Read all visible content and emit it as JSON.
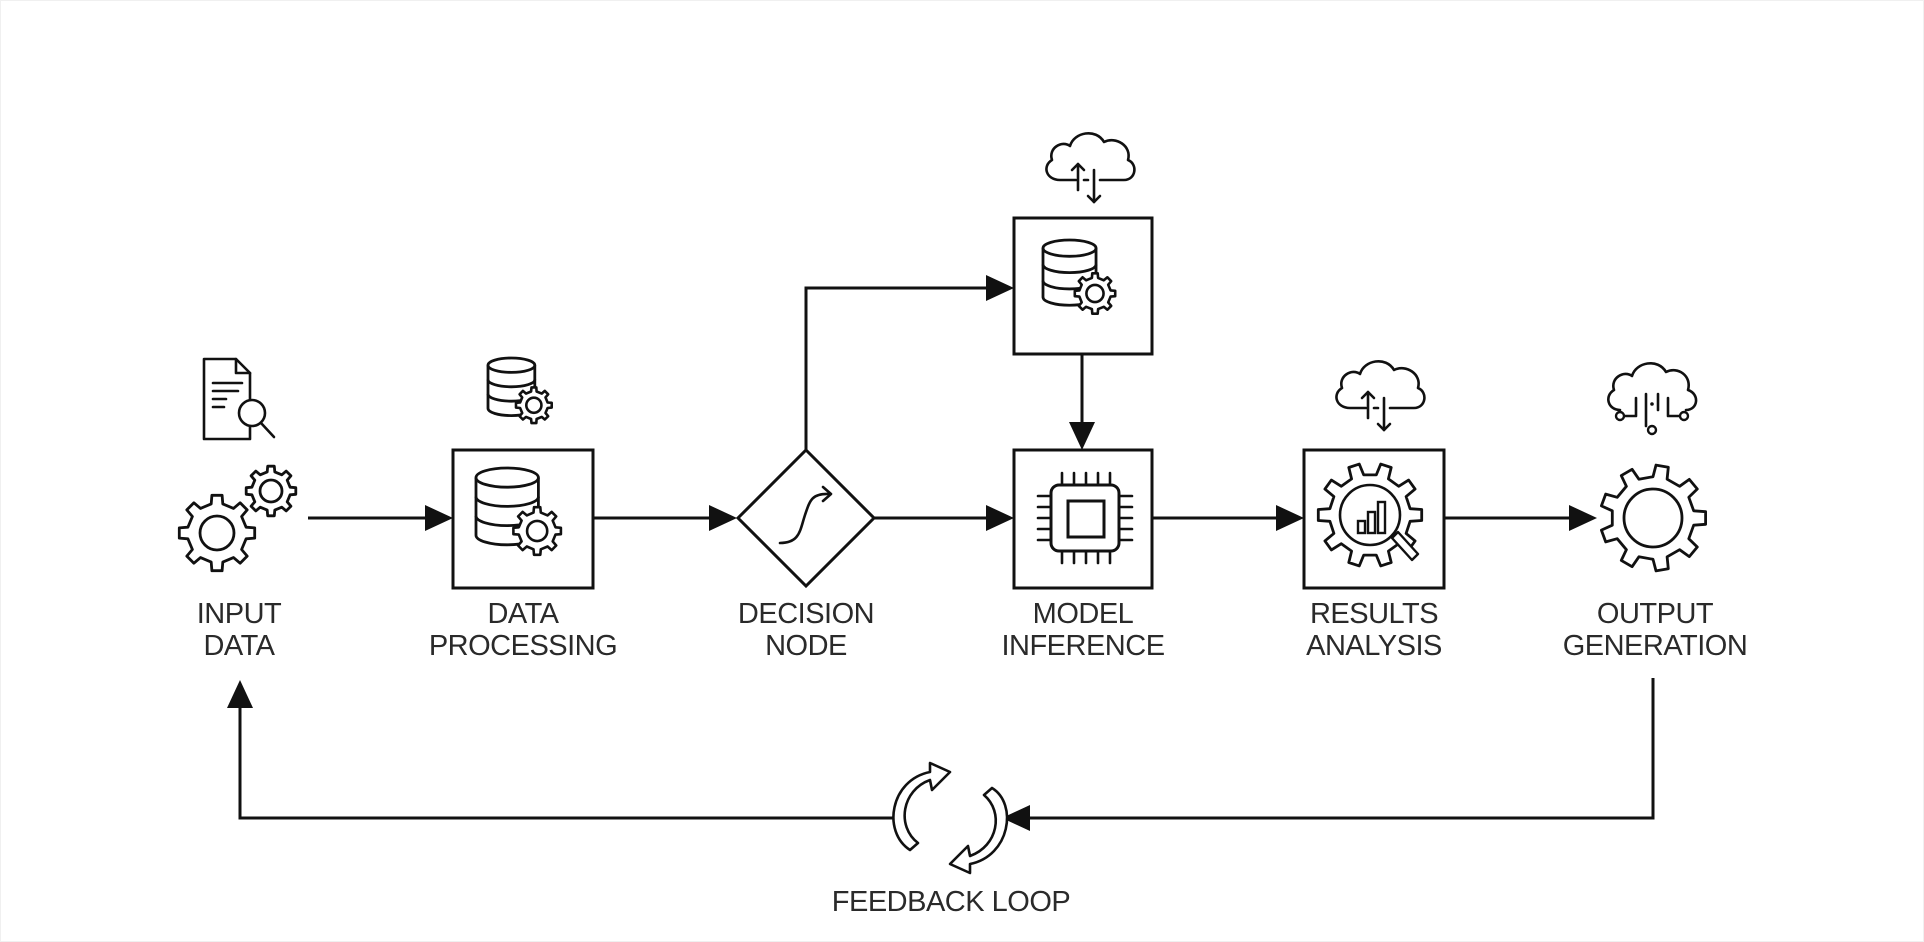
{
  "diagram": {
    "type": "flowchart",
    "colors": {
      "stroke": "#111111",
      "text": "#2a2a2a",
      "background": "#ffffff"
    },
    "nodes": [
      {
        "id": "input-data",
        "label_lines": [
          "INPUT",
          "DATA"
        ],
        "shape": "none",
        "icon": "gears-icon",
        "top_icon": "document-search-icon"
      },
      {
        "id": "data-processing",
        "label_lines": [
          "DATA",
          "PROCESSING"
        ],
        "shape": "box",
        "icon": "database-gear-icon",
        "top_icon": "database-gear-icon"
      },
      {
        "id": "decision-node",
        "label_lines": [
          "DECISION",
          "NODE"
        ],
        "shape": "diamond",
        "icon": "curved-arrow-icon"
      },
      {
        "id": "data-store",
        "label_lines": [],
        "shape": "box",
        "icon": "database-gear-icon",
        "top_icon": "cloud-sync-icon"
      },
      {
        "id": "model-inference",
        "label_lines": [
          "MODEL",
          "INFERENCE"
        ],
        "shape": "box",
        "icon": "cpu-chip-icon"
      },
      {
        "id": "results-analysis",
        "label_lines": [
          "RESULTS",
          "ANALYSIS"
        ],
        "shape": "box",
        "icon": "gear-analytics-search-icon",
        "top_icon": "cloud-sync-icon"
      },
      {
        "id": "output-generation",
        "label_lines": [
          "OUTPUT",
          "GENERATION"
        ],
        "shape": "none",
        "icon": "gear-icon",
        "top_icon": "cloud-network-icon"
      }
    ],
    "edges": [
      {
        "from": "input-data",
        "to": "data-processing"
      },
      {
        "from": "data-processing",
        "to": "decision-node"
      },
      {
        "from": "decision-node",
        "to": "model-inference"
      },
      {
        "from": "decision-node",
        "to": "data-store"
      },
      {
        "from": "data-store",
        "to": "model-inference"
      },
      {
        "from": "model-inference",
        "to": "results-analysis"
      },
      {
        "from": "results-analysis",
        "to": "output-generation"
      },
      {
        "from": "output-generation",
        "to": "input-data",
        "via": "feedback-loop"
      }
    ],
    "feedback": {
      "label": "FEEDBACK LOOP",
      "icon": "cycle-arrows-icon"
    }
  }
}
